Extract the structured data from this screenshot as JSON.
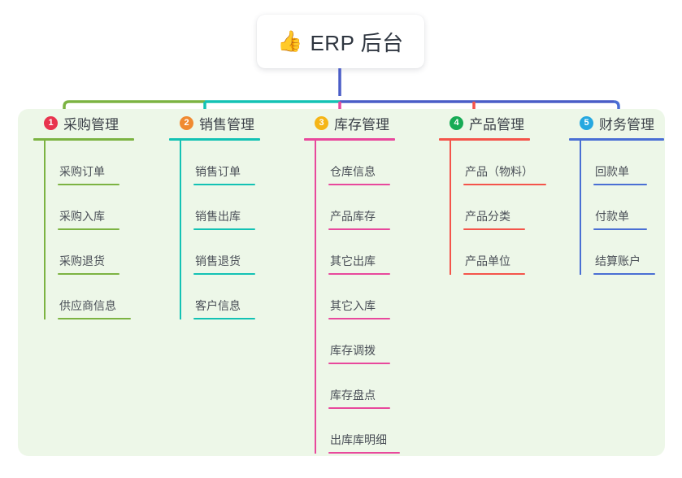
{
  "root": {
    "icon": "thumbs-up-icon",
    "emoji": "👍",
    "title": "ERP 后台"
  },
  "panel": {
    "background_color": "#edf7e8"
  },
  "columns": [
    {
      "number": "1",
      "title": "采购管理",
      "badge_color": "#e8344e",
      "line_color": "#7cb342",
      "items": [
        {
          "label": "采购订单"
        },
        {
          "label": "采购入库"
        },
        {
          "label": "采购退货"
        },
        {
          "label": "供应商信息"
        }
      ]
    },
    {
      "number": "2",
      "title": "销售管理",
      "badge_color": "#f08a31",
      "line_color": "#13c2b4",
      "items": [
        {
          "label": "销售订单"
        },
        {
          "label": "销售出库"
        },
        {
          "label": "销售退货"
        },
        {
          "label": "客户信息"
        }
      ]
    },
    {
      "number": "3",
      "title": "库存管理",
      "badge_color": "#f5b517",
      "line_color": "#e8489c",
      "items": [
        {
          "label": "仓库信息"
        },
        {
          "label": "产品库存"
        },
        {
          "label": "其它出库"
        },
        {
          "label": "其它入库"
        },
        {
          "label": "库存调拨"
        },
        {
          "label": "库存盘点"
        },
        {
          "label": "出库库明细"
        }
      ]
    },
    {
      "number": "4",
      "title": "产品管理",
      "badge_color": "#17ab55",
      "line_color": "#f4544a",
      "items": [
        {
          "label": "产品（物料）"
        },
        {
          "label": "产品分类"
        },
        {
          "label": "产品单位"
        }
      ]
    },
    {
      "number": "5",
      "title": "财务管理",
      "badge_color": "#26a8e0",
      "line_color": "#4a6fd4",
      "items": [
        {
          "label": "回款单"
        },
        {
          "label": "付款单"
        },
        {
          "label": "结算账户"
        }
      ]
    }
  ],
  "connectors": {
    "stem_color": "#4a5dc7",
    "segment_colors": [
      "#7cb342",
      "#13c2b4",
      "#4a5dc7",
      "#4a5dc7"
    ],
    "drop_colors": [
      "#7cb342",
      "#13c2b4",
      "#e8489c",
      "#f4544a",
      "#4a6fd4"
    ]
  }
}
